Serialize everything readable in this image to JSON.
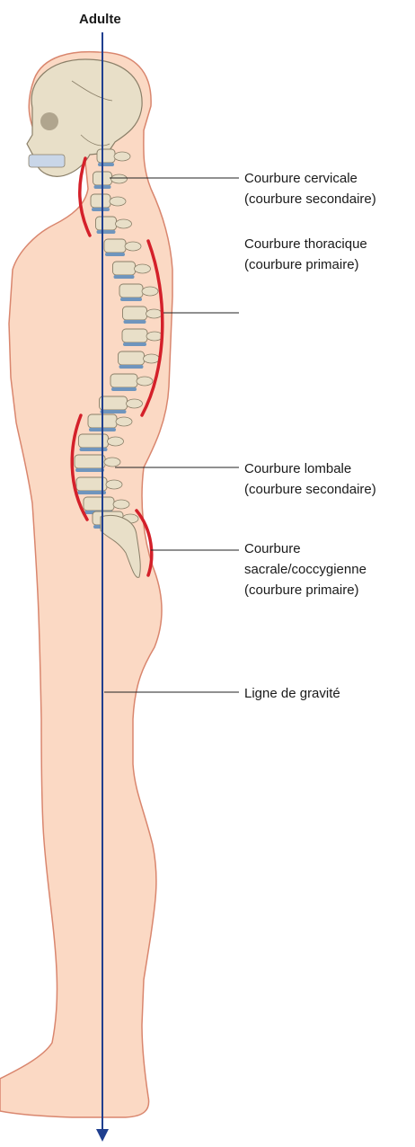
{
  "title": "Adulte",
  "labels": {
    "cervical": [
      "Courbure cervicale",
      "(courbure secondaire)"
    ],
    "thoracic": [
      "Courbure thoracique",
      "(courbure primaire)"
    ],
    "lumbar": [
      "Courbure lombale",
      "(courbure secondaire)"
    ],
    "sacral": [
      "Courbure",
      "sacrale/coccygienne",
      "(courbure primaire)"
    ],
    "gravity": "Ligne de gravité"
  },
  "colors": {
    "skin": "#fbd9c4",
    "skin_outline": "#d9866e",
    "bone": "#e8dfc8",
    "bone_outline": "#8a7f68",
    "disc": "#6f95bd",
    "curve_marker": "#d4202a",
    "gravity_line": "#1f3f8f",
    "leader_line": "#222222"
  }
}
